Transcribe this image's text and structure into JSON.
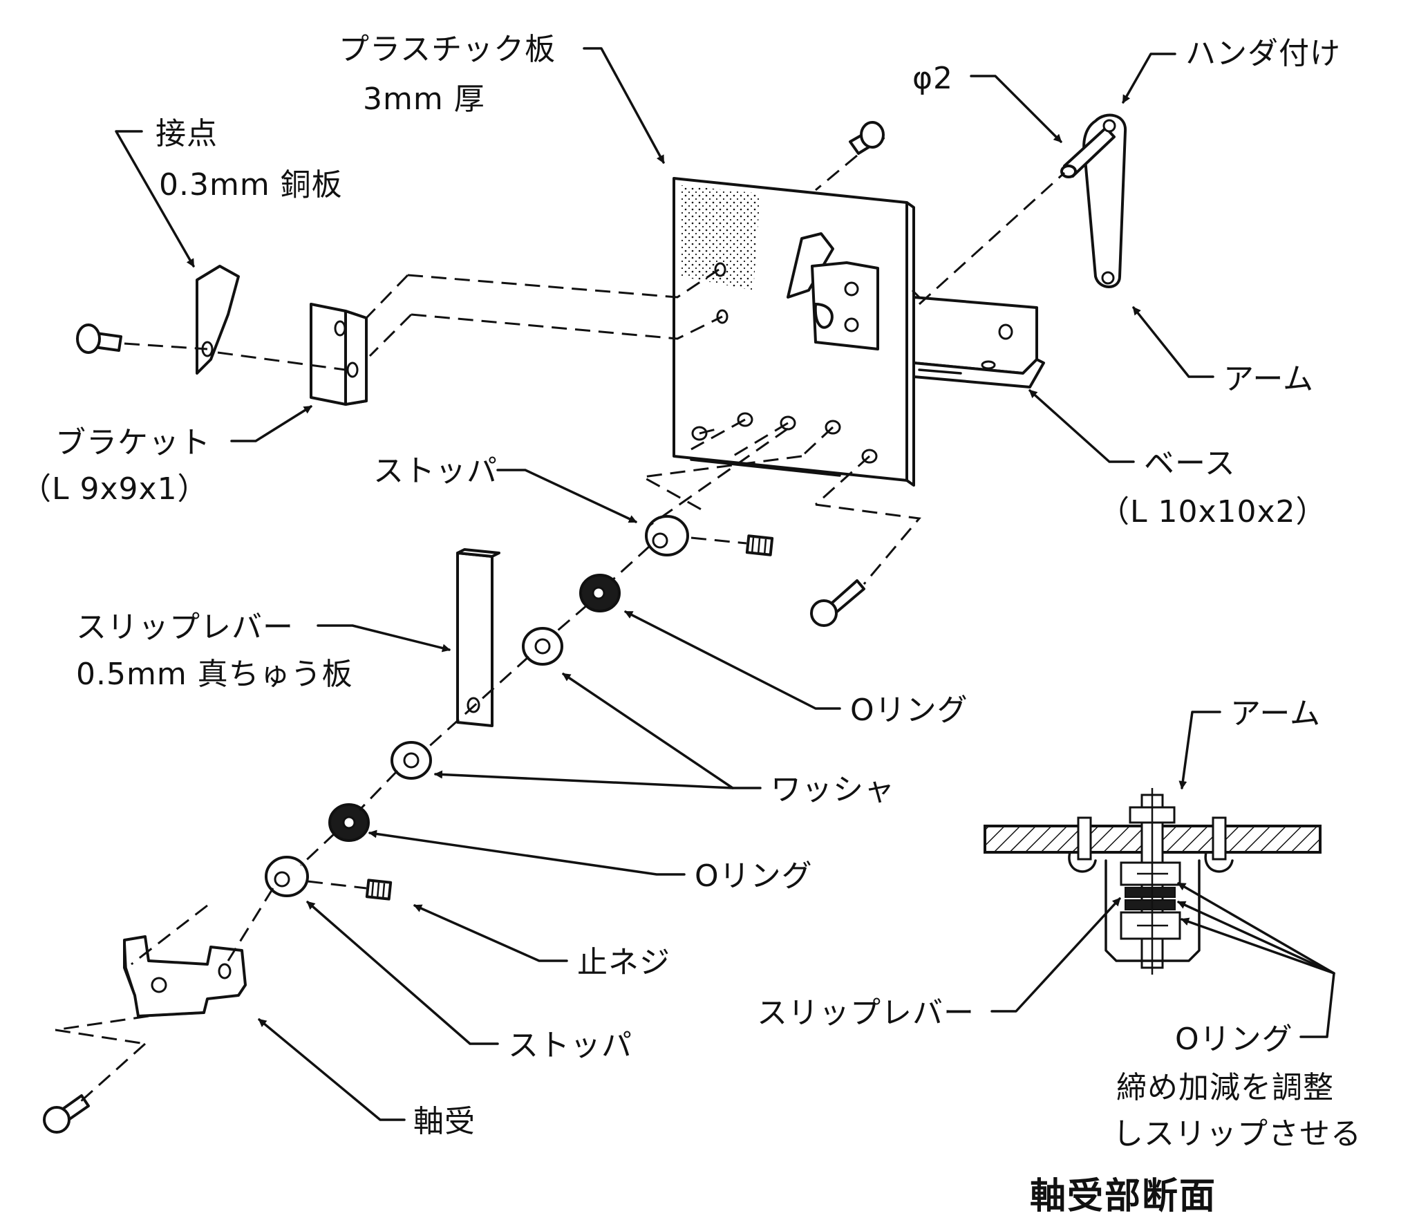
{
  "labels": {
    "plastic_plate": "プラスチック板",
    "plate_thickness": "3mm 厚",
    "phi2": "φ2",
    "solder": "ハンダ付け",
    "contact": "接点",
    "contact_material": "0.3mm 銅板",
    "arm_top": "アーム",
    "bracket": "ブラケット",
    "bracket_dim": "（L 9x9x1）",
    "base": "ベース",
    "base_dim": "（L 10x10x2）",
    "stopper_top": "ストッパ",
    "slip_lever": "スリップレバー",
    "slip_lever_material": "0.5mm 真ちゅう板",
    "oring_1": "Oリング",
    "washer": "ワッシャ",
    "oring_2": "Oリング",
    "set_screw": "止ネジ",
    "stopper_bottom": "ストッパ",
    "bearing": "軸受",
    "section_arm": "アーム",
    "section_slip_lever": "スリップレバー",
    "section_oring": "Oリング",
    "section_note_1": "締め加減を調整",
    "section_note_2": "しスリップさせる",
    "section_title": "軸受部断面"
  }
}
